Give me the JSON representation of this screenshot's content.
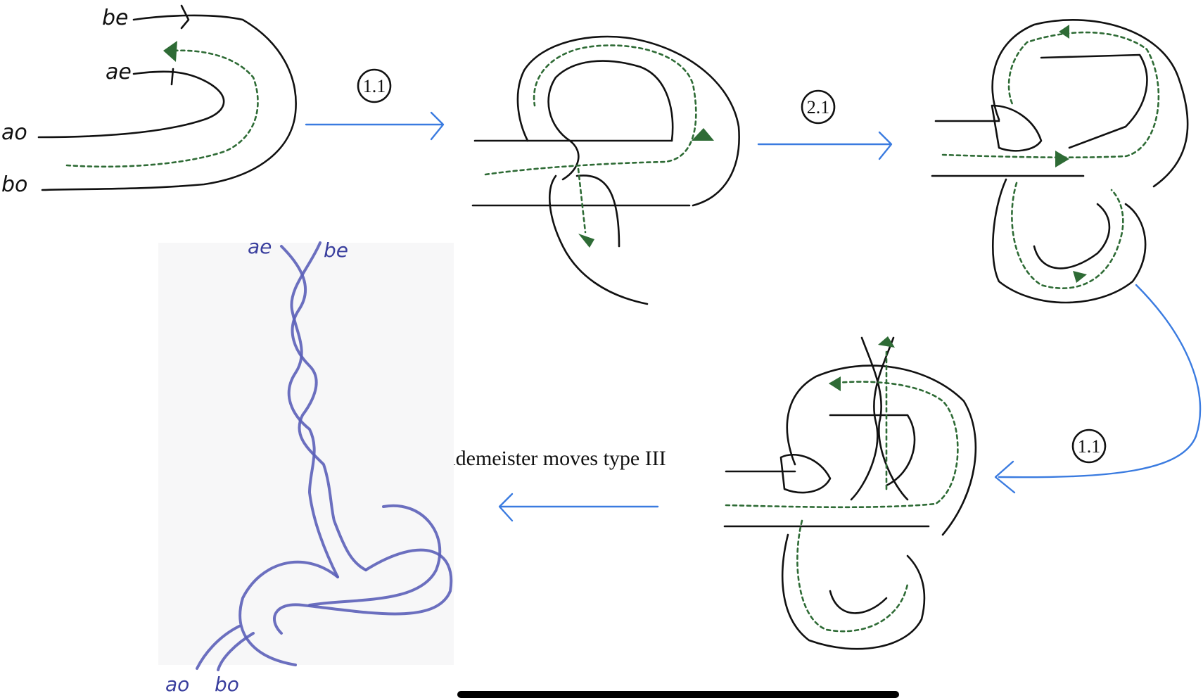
{
  "labels": {
    "b_e": "be",
    "a_e": "ae",
    "a_o": "ao",
    "b_o": "bo",
    "final_a_e": "ae",
    "final_b_e": "be",
    "final_a_o": "ao",
    "final_b_o": "bo"
  },
  "steps": {
    "step1": "1.1",
    "step2": "2.1",
    "step3": "1.1"
  },
  "caption": "Reidemeister moves type III",
  "colors": {
    "ink": "#111111",
    "path": "#2e6b35",
    "arrow": "#3a7be0",
    "final_ink": "#5b5fb8"
  }
}
